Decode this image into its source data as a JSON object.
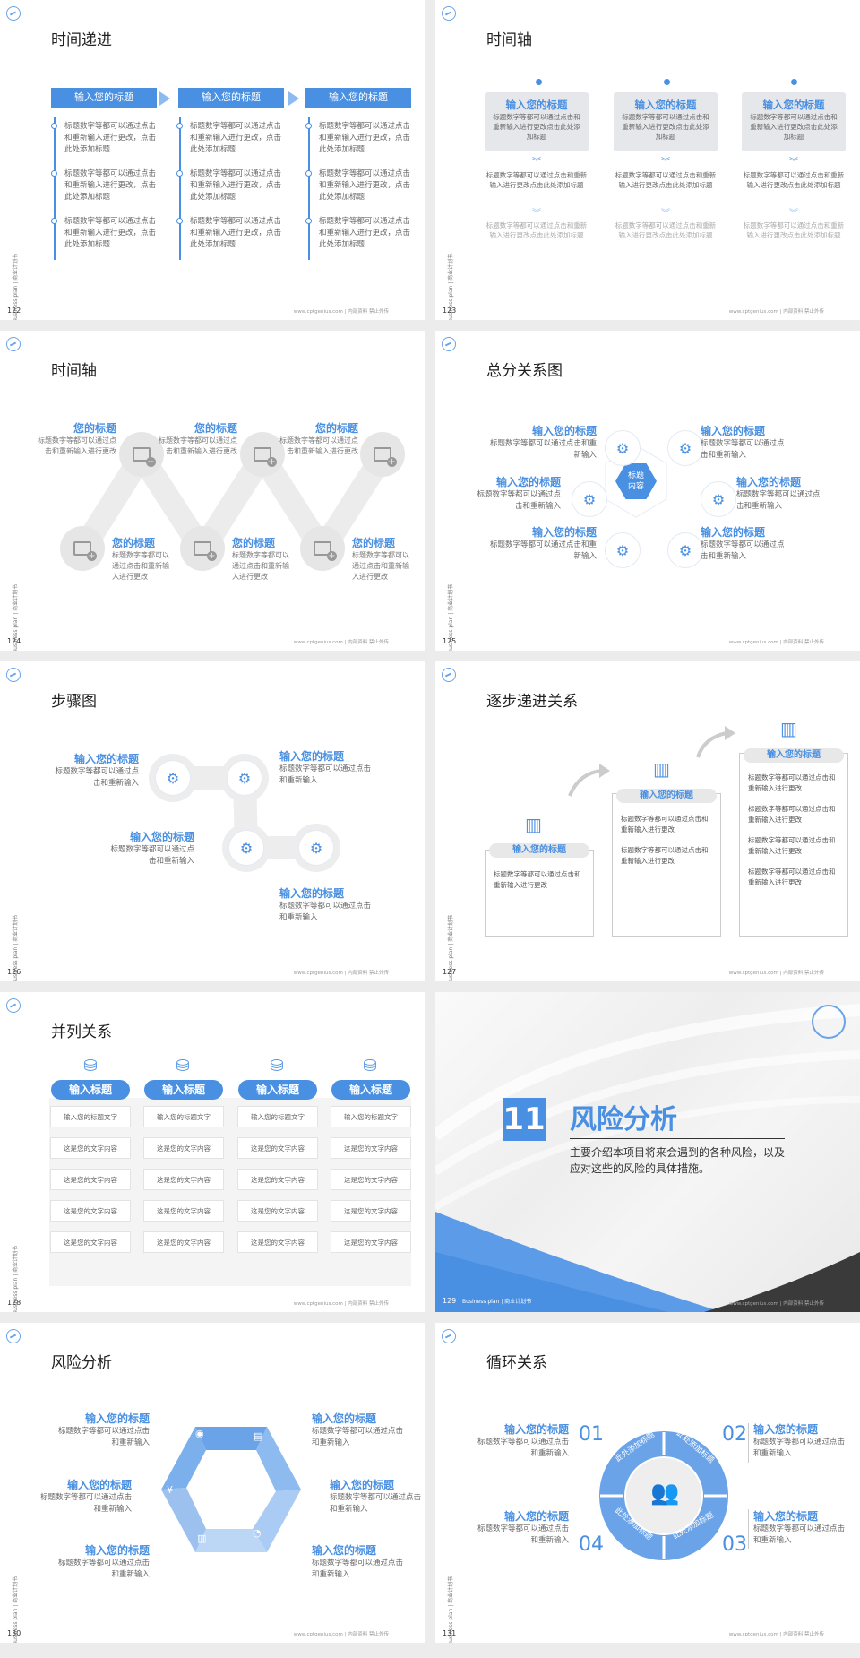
{
  "side_text": "Business plan | 商业计划书",
  "footer": "www.cptgenius.com | 内部资料 禁止外传",
  "slides": {
    "s122": {
      "title": "时间递进",
      "page": "122",
      "bars": [
        "输入您的标题",
        "输入您的标题",
        "输入您的标题"
      ],
      "items": [
        "标题数字等都可以通过点击和重新输入进行更改，点击此处添加标题",
        "标题数字等都可以通过点击和重新输入进行更改，点击此处添加标题",
        "标题数字等都可以通过点击和重新输入进行更改，点击此处添加标题"
      ]
    },
    "s123": {
      "title": "时间轴",
      "page": "123",
      "head": "输入您的标题",
      "box_text": "标题数字等都可以通过点击和重新输入进行更改点击此处添加标题",
      "txt": "标题数字等都可以通过点击和重新输入进行更改点击此处添加标题"
    },
    "s124": {
      "title": "时间轴",
      "page": "124",
      "head": "您的标题",
      "top_text": "标题数字等都可以通过点击和重新输入进行更改",
      "bot_text": "标题数字等都可以通过点击和重新输入进行更改"
    },
    "s125": {
      "title": "总分关系图",
      "page": "125",
      "center": "标题\n内容",
      "head": "输入您的标题",
      "text": "标题数字等都可以通过点击和重新输入"
    },
    "s126": {
      "title": "步骤图",
      "page": "126",
      "head": "输入您的标题",
      "text": "标题数字等都可以通过点击和重新输入"
    },
    "s127": {
      "title": "逐步递进关系",
      "page": "127",
      "head": "输入您的标题",
      "text": "标题数字等都可以通过点击和重新输入进行更改"
    },
    "s128": {
      "title": "并列关系",
      "page": "128",
      "head": "输入标题",
      "row1": "输入您的标题文字",
      "row": "这是您的文字内容"
    },
    "s129": {
      "num": "11",
      "heading": "风险分析",
      "desc": "主要介绍本项目将来会遇到的各种风险，以及应对这些的风险的具体措施。",
      "page": "129",
      "foot_left": "Business plan | 商业计划书"
    },
    "s130": {
      "title": "风险分析",
      "page": "130",
      "head": "输入您的标题",
      "text": "标题数字等都可以通过点击和重新输入"
    },
    "s131": {
      "title": "循环关系",
      "page": "131",
      "head": "输入您的标题",
      "text": "标题数字等都可以通过点击和重新输入",
      "nums": [
        "01",
        "02",
        "03",
        "04"
      ],
      "ring": "此处添加标题"
    }
  },
  "colors": {
    "accent": "#4a90e2",
    "light": "#e6e6e6"
  }
}
